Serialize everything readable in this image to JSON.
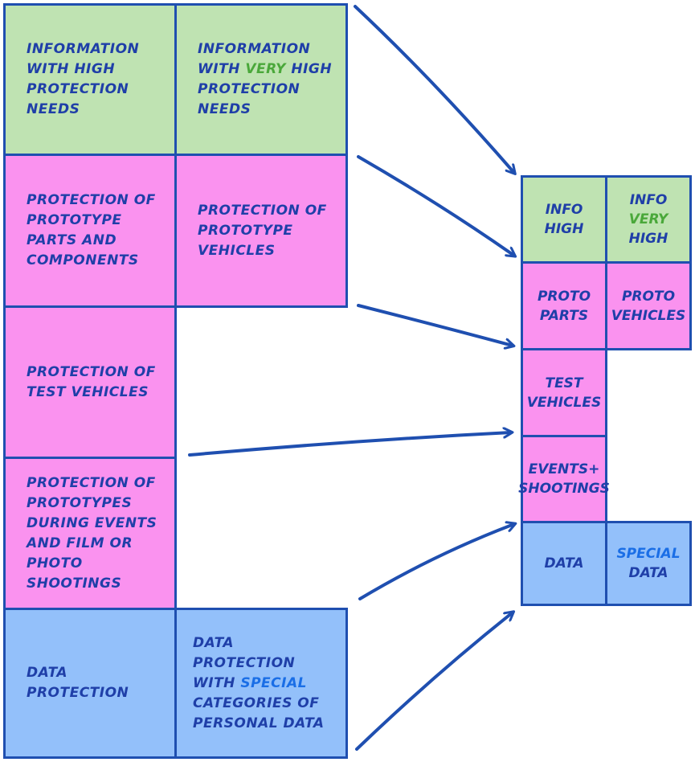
{
  "left_grid": {
    "info_high": "Information with high protection needs",
    "info_very_high": {
      "pre": "Information with ",
      "hl": "very",
      "post": " high protection needs"
    },
    "proto_parts": "Protection of prototype parts and components",
    "proto_vehicles": "Protection of prototype vehicles",
    "test_vehicles": "Protection of test vehicles",
    "events": "Protection of prototypes during events and film or photo shootings",
    "data_protection": "Data protection",
    "data_special": {
      "pre": "Data protection with ",
      "hl": "special",
      "post": " categories of personal data"
    }
  },
  "right_grid": {
    "info_high": "Info high",
    "info_very_high": {
      "pre": "Info ",
      "hl": "very",
      "post": " high"
    },
    "proto_parts": "Proto parts",
    "proto_vehicles": "Proto vehicles",
    "test_vehicles": "Test vehicles",
    "events": "Events+ shootings",
    "data": "Data",
    "special_data": {
      "hl": "Special",
      "post": " data"
    }
  },
  "colors": {
    "stroke": "#1f4fb0",
    "green": "#bfe3b2",
    "pink": "#fa92ef",
    "blue": "#93c0fa",
    "highlight_green": "#4aa83a",
    "highlight_blue": "#1a6ee6"
  }
}
